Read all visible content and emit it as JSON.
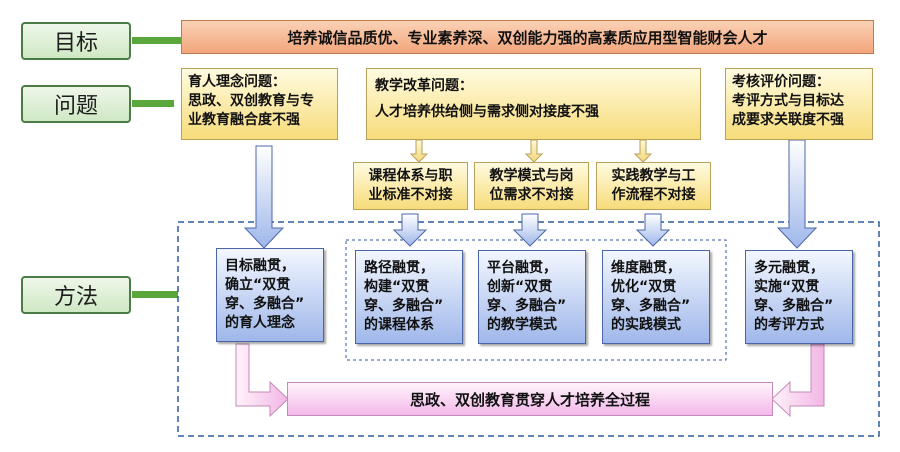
{
  "labels": {
    "goal": "目标",
    "problem": "问题",
    "method": "方法"
  },
  "goal_text": "培养诚信品质优、专业素养深、双创能力强的高素质应用型智能财会人才",
  "problems": {
    "left": [
      "育人理念问题：",
      "思政、双创教育与专",
      "业教育融合度不强"
    ],
    "center_title": "教学改革问题：",
    "center_text": "人才培养供给侧与需求侧对接度不强",
    "sub": [
      [
        "课程体系与职",
        "业标准不对接"
      ],
      [
        "教学模式与岗",
        "位需求不对接"
      ],
      [
        "实践教学与工",
        "作流程不对接"
      ]
    ],
    "right": [
      "考核评价问题：",
      "考评方式与目标达",
      "成要求关联度不强"
    ]
  },
  "methods": [
    [
      "目标融贯，",
      "确立“双贯",
      "穿、多融合”",
      "的育人理念"
    ],
    [
      "路径融贯，",
      "构建“双贯",
      "穿、多融合”",
      "的课程体系"
    ],
    [
      "平台融贯，",
      "创新“双贯",
      "穿、多融合”",
      "的教学模式"
    ],
    [
      "维度融贯，",
      "优化“双贯",
      "穿、多融合”",
      "的实践模式"
    ],
    [
      "多元融贯，",
      "实施“双贯",
      "穿、多融合”",
      "的考评方式"
    ]
  ],
  "bottom_text": "思政、双创教育贯穿人才培养全过程",
  "colors": {
    "green": "#5aa83c",
    "goal": "#f2a57b",
    "problem": "#f7dc7a",
    "method": "#9fb7ea",
    "bottom": "#f4b8ea",
    "frame": "#2f5aa0"
  }
}
